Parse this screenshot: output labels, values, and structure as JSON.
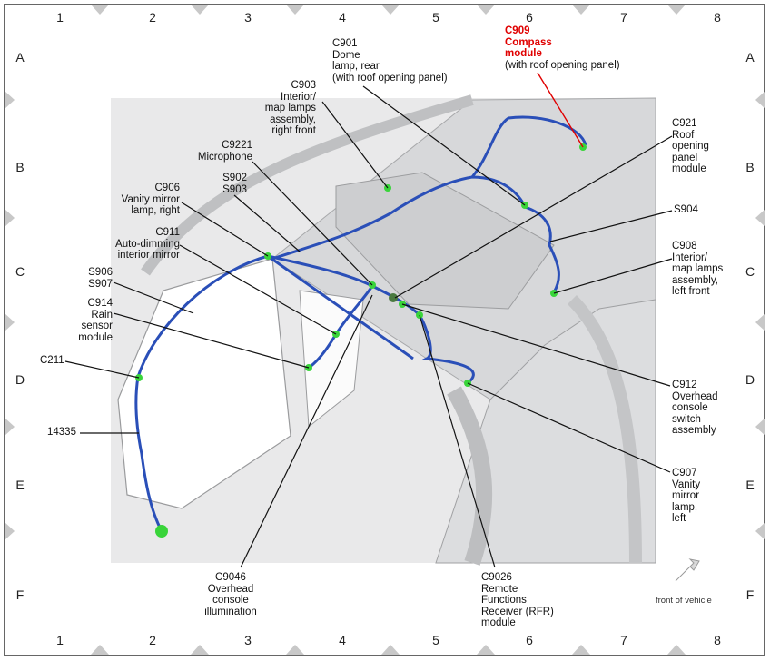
{
  "grid": {
    "columns": [
      "1",
      "2",
      "3",
      "4",
      "5",
      "6",
      "7",
      "8"
    ],
    "rows": [
      "A",
      "B",
      "C",
      "D",
      "E",
      "F"
    ]
  },
  "labels": {
    "c909_code": "C909",
    "c909_name1": "Compass",
    "c909_name2": "module",
    "c909_note": "(with roof opening panel)",
    "c901": [
      "C901",
      "Dome",
      "lamp, rear",
      "(with roof opening panel)"
    ],
    "c903": [
      "C903",
      "Interior/",
      "map lamps",
      "assembly,",
      "right front"
    ],
    "c9221": [
      "C9221",
      "Microphone"
    ],
    "s902": [
      "S902",
      "S903"
    ],
    "c906": [
      "C906",
      "Vanity mirror",
      "lamp, right"
    ],
    "c911": [
      "C911",
      "Auto-dimming",
      "interior mirror"
    ],
    "s906": [
      "S906",
      "S907"
    ],
    "c914": [
      "C914",
      "Rain",
      "sensor",
      "module"
    ],
    "c211": [
      "C211"
    ],
    "p14335": [
      "14335"
    ],
    "c921": [
      "C921",
      "Roof",
      "opening",
      "panel",
      "module"
    ],
    "s904": [
      "S904"
    ],
    "c908": [
      "C908",
      "Interior/",
      "map lamps",
      "assembly,",
      "left front"
    ],
    "c912": [
      "C912",
      "Overhead",
      "console",
      "switch",
      "assembly"
    ],
    "c907": [
      "C907",
      "Vanity",
      "mirror",
      "lamp,",
      "left"
    ],
    "c9046": [
      "C9046",
      "Overhead",
      "console",
      "illumination"
    ],
    "c9026": [
      "C9026",
      "Remote",
      "Functions",
      "Receiver (RFR)",
      "module"
    ]
  },
  "legend": {
    "front_of_vehicle": "front of vehicle"
  },
  "colors": {
    "harness": "#2a4fb8",
    "connector": "#39d43a",
    "highlight": "#e00000",
    "body": "#cfd0d2"
  }
}
